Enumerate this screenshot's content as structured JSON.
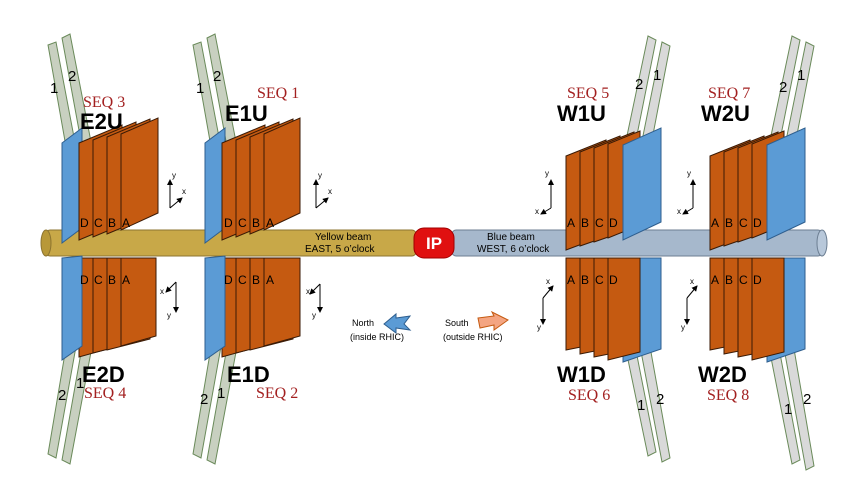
{
  "beam": {
    "yellow_line1": "Yellow beam",
    "yellow_line2": "EAST, 5 o’clock",
    "blue_line1": "Blue beam",
    "blue_line2": "WEST, 6 o’clock",
    "ip": "IP"
  },
  "directions": {
    "north_line1": "North",
    "north_line2": "(inside RHIC)",
    "south_line1": "South",
    "south_line2": "(outside RHIC)"
  },
  "axes": {
    "x": "x",
    "y": "y"
  },
  "stations": {
    "e2u": {
      "name": "E2U",
      "seq": "SEQ 3",
      "planes": [
        "D",
        "C",
        "B",
        "A"
      ],
      "rot": [
        "1",
        "2"
      ]
    },
    "e1u": {
      "name": "E1U",
      "seq": "SEQ 1",
      "planes": [
        "D",
        "C",
        "B",
        "A"
      ],
      "rot": [
        "1",
        "2"
      ]
    },
    "w1u": {
      "name": "W1U",
      "seq": "SEQ 5",
      "planes": [
        "A",
        "B",
        "C",
        "D"
      ],
      "rot": [
        "2",
        "1"
      ]
    },
    "w2u": {
      "name": "W2U",
      "seq": "SEQ 7",
      "planes": [
        "A",
        "B",
        "C",
        "D"
      ],
      "rot": [
        "2",
        "1"
      ]
    },
    "e2d": {
      "name": "E2D",
      "seq": "SEQ 4",
      "planes": [
        "D",
        "C",
        "B",
        "A"
      ],
      "rot": [
        "2",
        "1"
      ]
    },
    "e1d": {
      "name": "E1D",
      "seq": "SEQ 2",
      "planes": [
        "D",
        "C",
        "B",
        "A"
      ],
      "rot": [
        "2",
        "1"
      ]
    },
    "w1d": {
      "name": "W1D",
      "seq": "SEQ 6",
      "planes": [
        "A",
        "B",
        "C",
        "D"
      ],
      "rot": [
        "1",
        "2"
      ]
    },
    "w2d": {
      "name": "W2D",
      "seq": "SEQ 8",
      "planes": [
        "A",
        "B",
        "C",
        "D"
      ],
      "rot": [
        "1",
        "2"
      ]
    }
  },
  "colors": {
    "yellow_beam": "#c8a848",
    "blue_beam": "#a6b8cc",
    "ip": "#e01010",
    "plane": "#c55a11",
    "blue_panel": "#5b9bd5",
    "rotator_green": "#c8d0c0",
    "rotator_gray": "#d9d9d9",
    "seq": "#a32020"
  }
}
